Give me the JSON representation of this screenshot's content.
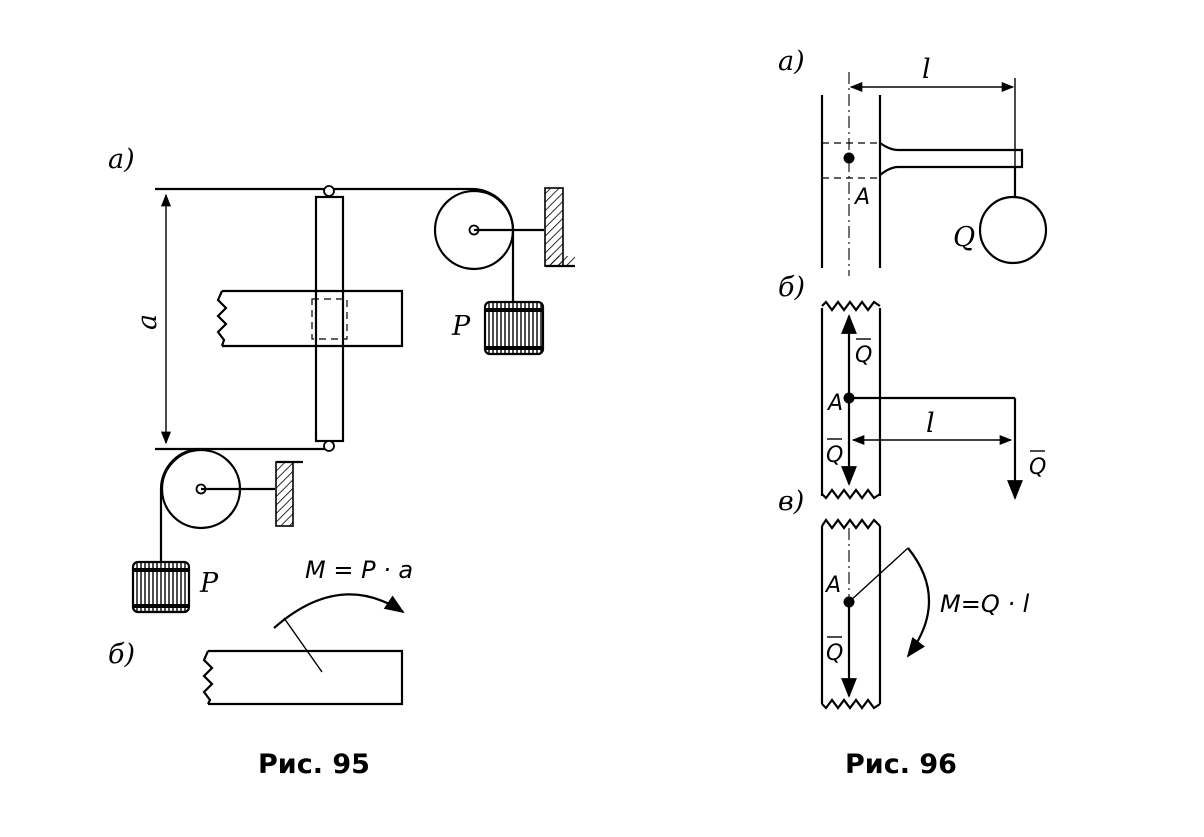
{
  "figure95": {
    "caption": "Рис. 95",
    "part_a_label": "а)",
    "part_b_label": "б)",
    "dimension_label": "a",
    "weight_top_label": "P",
    "weight_bottom_label": "P",
    "moment_label": "M = P · a"
  },
  "figure96": {
    "caption": "Рис. 96",
    "part_a_label": "а)",
    "part_b_label": "б)",
    "part_c_label": "в)",
    "length_label_a": "l",
    "point_label_a": "A",
    "weight_label": "Q",
    "point_label_b": "A",
    "force_up_label": "Q",
    "force_down_label": "Q",
    "force_right_label": "Q",
    "length_label_b": "l",
    "point_label_c": "A",
    "force_label_c": "Q",
    "moment_label": "M=Q · l"
  }
}
